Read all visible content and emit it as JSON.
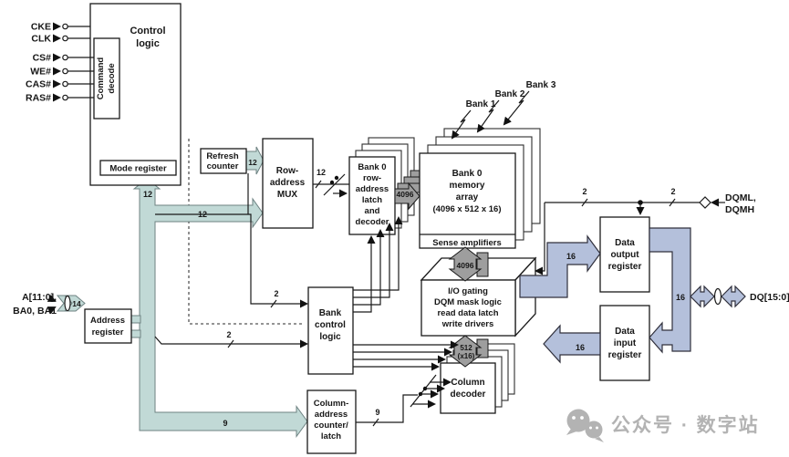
{
  "signals": {
    "cke": "CKE",
    "clk": "CLK",
    "cs": "CS#",
    "we": "WE#",
    "cas": "CAS#",
    "ras": "RAS#"
  },
  "boxes": {
    "control_logic": {
      "l1": "Control",
      "l2": "logic"
    },
    "command_decode": {
      "l1": "Command",
      "l2": "decode"
    },
    "mode_register": {
      "label": "Mode register"
    },
    "refresh_counter": {
      "l1": "Refresh",
      "l2": "counter"
    },
    "row_address_mux": {
      "l1": "Row-",
      "l2": "address",
      "l3": "MUX"
    },
    "bank0_row_latch": {
      "l1": "Bank 0",
      "l2": "row-",
      "l3": "address",
      "l4": "latch",
      "l5": "and",
      "l6": "decoder"
    },
    "bank0_memory": {
      "l1": "Bank 0",
      "l2": "memory",
      "l3": "array",
      "l4": "(4096 x 512 x 16)"
    },
    "sense_amplifiers": {
      "label": "Sense amplifiers"
    },
    "io_gating": {
      "l1": "I/O gating",
      "l2": "DQM mask logic",
      "l3": "read data latch",
      "l4": "write drivers"
    },
    "column_decoder": {
      "l1": "Column",
      "l2": "decoder"
    },
    "bank_control_logic": {
      "l1": "Bank",
      "l2": "control",
      "l3": "logic"
    },
    "column_address_counter": {
      "l1": "Column-",
      "l2": "address",
      "l3": "counter/",
      "l4": "latch"
    },
    "address_register": {
      "l1": "Address",
      "l2": "register"
    },
    "data_output_register": {
      "l1": "Data",
      "l2": "output",
      "l3": "register"
    },
    "data_input_register": {
      "l1": "Data",
      "l2": "input",
      "l3": "register"
    }
  },
  "bank_labels": {
    "bank1": "Bank 1",
    "bank2": "Bank 2",
    "bank3": "Bank 3"
  },
  "pins": {
    "address_l1": "A[11:0],",
    "address_l2": "BA0, BA1",
    "dqm_l1": "DQML,",
    "dqm_l2": "DQMH",
    "dq": "DQ[15:0]"
  },
  "bus_widths": {
    "w14": "14",
    "w12": "12",
    "w9": "9",
    "w2": "2",
    "w16": "16",
    "w4096": "4096",
    "w512": "512",
    "x16": "(x16)"
  },
  "watermark": {
    "text": "公众号 · 数字站"
  },
  "colors": {
    "teal": "#c1d9d6",
    "teal_stroke": "#6e8282",
    "lavender": "#b4c0db",
    "lavender_stroke": "#30303c",
    "gray_arrow": "#9e9e9e",
    "line": "#1a1a1a",
    "watermark_gray": "#b3b3b3"
  }
}
